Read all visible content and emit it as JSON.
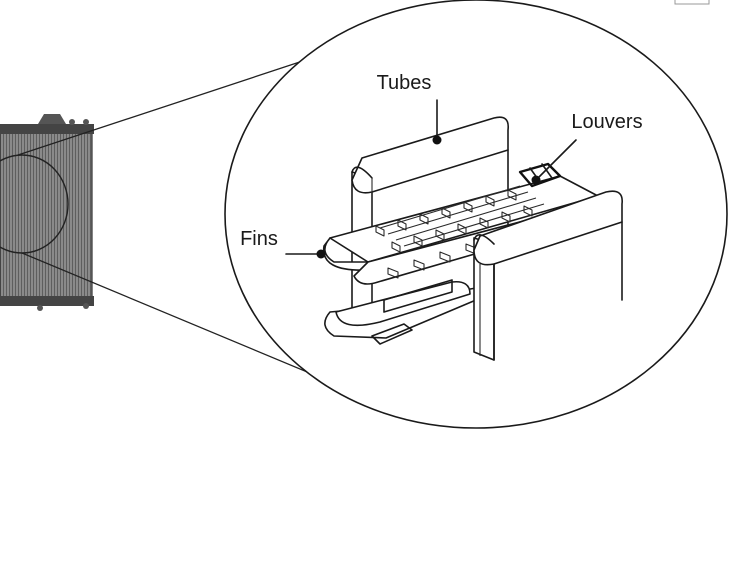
{
  "labels": {
    "tubes": "Tubes",
    "louvers": "Louvers",
    "fins": "Fins"
  },
  "colors": {
    "ink": "#1a1a1a",
    "radiator_core": "#7a7a7a",
    "background": "#ffffff"
  }
}
